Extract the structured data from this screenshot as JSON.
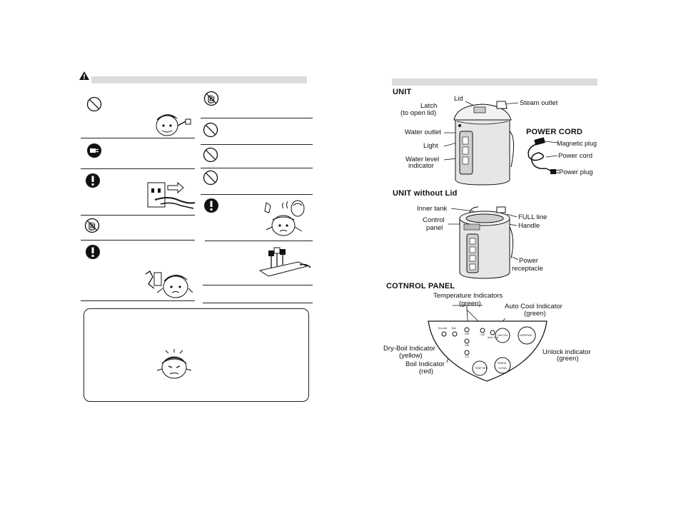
{
  "left_page": {
    "warning_icon": "warning-triangle-icon",
    "symbols": [
      "prohibited-icon",
      "hand-stop-icon",
      "unplug-icon",
      "exclamation-icon"
    ]
  },
  "right_page": {
    "unit": {
      "title": "UNIT",
      "lid": "Lid",
      "latch": "Latch",
      "latch_note": "(to open lid)",
      "steam_outlet": "Steam outlet",
      "water_outlet": "Water outlet",
      "light": "Light",
      "water_level_1": "Water level",
      "water_level_2": "indicator"
    },
    "power_cord": {
      "title": "POWER CORD",
      "magnetic_plug": "Magnetic plug",
      "power_cord": "Power cord",
      "power_plug": "Power plug"
    },
    "unit_without_lid": {
      "title": "UNIT without Lid",
      "inner_tank": "Inner tank",
      "control_1": "Control",
      "control_2": "panel",
      "full_line": "FULL line",
      "handle": "Handle",
      "power_1": "Power",
      "power_2": "receptacle"
    },
    "control_panel": {
      "title": "COTNROL PANEL",
      "temp_ind_1": "Temperature Indicators",
      "temp_ind_2": "(green)",
      "auto_cool_1": "Auto Cool Indicator",
      "auto_cool_2": "(green)",
      "dry_boil_1": "Dry-Boil Indicator",
      "dry_boil_2": "(yellow)",
      "boil_1": "Boil Indicator",
      "boil_2": "(red)",
      "unlock_1": "Unlock indicator",
      "unlock_2": "(green)",
      "panel": {
        "dry_boil": "Dry-boil",
        "boil": "Boil",
        "t208": "208",
        "t195": "195",
        "t175": "175",
        "t140": "140",
        "auto_cool": "Auto Cool",
        "unlock": "UNLOCK",
        "dispense": "DISPENSE",
        "temp_set": "TEMP SET",
        "reboil": "REBOIL",
        "clean": "CLEAN"
      }
    }
  }
}
